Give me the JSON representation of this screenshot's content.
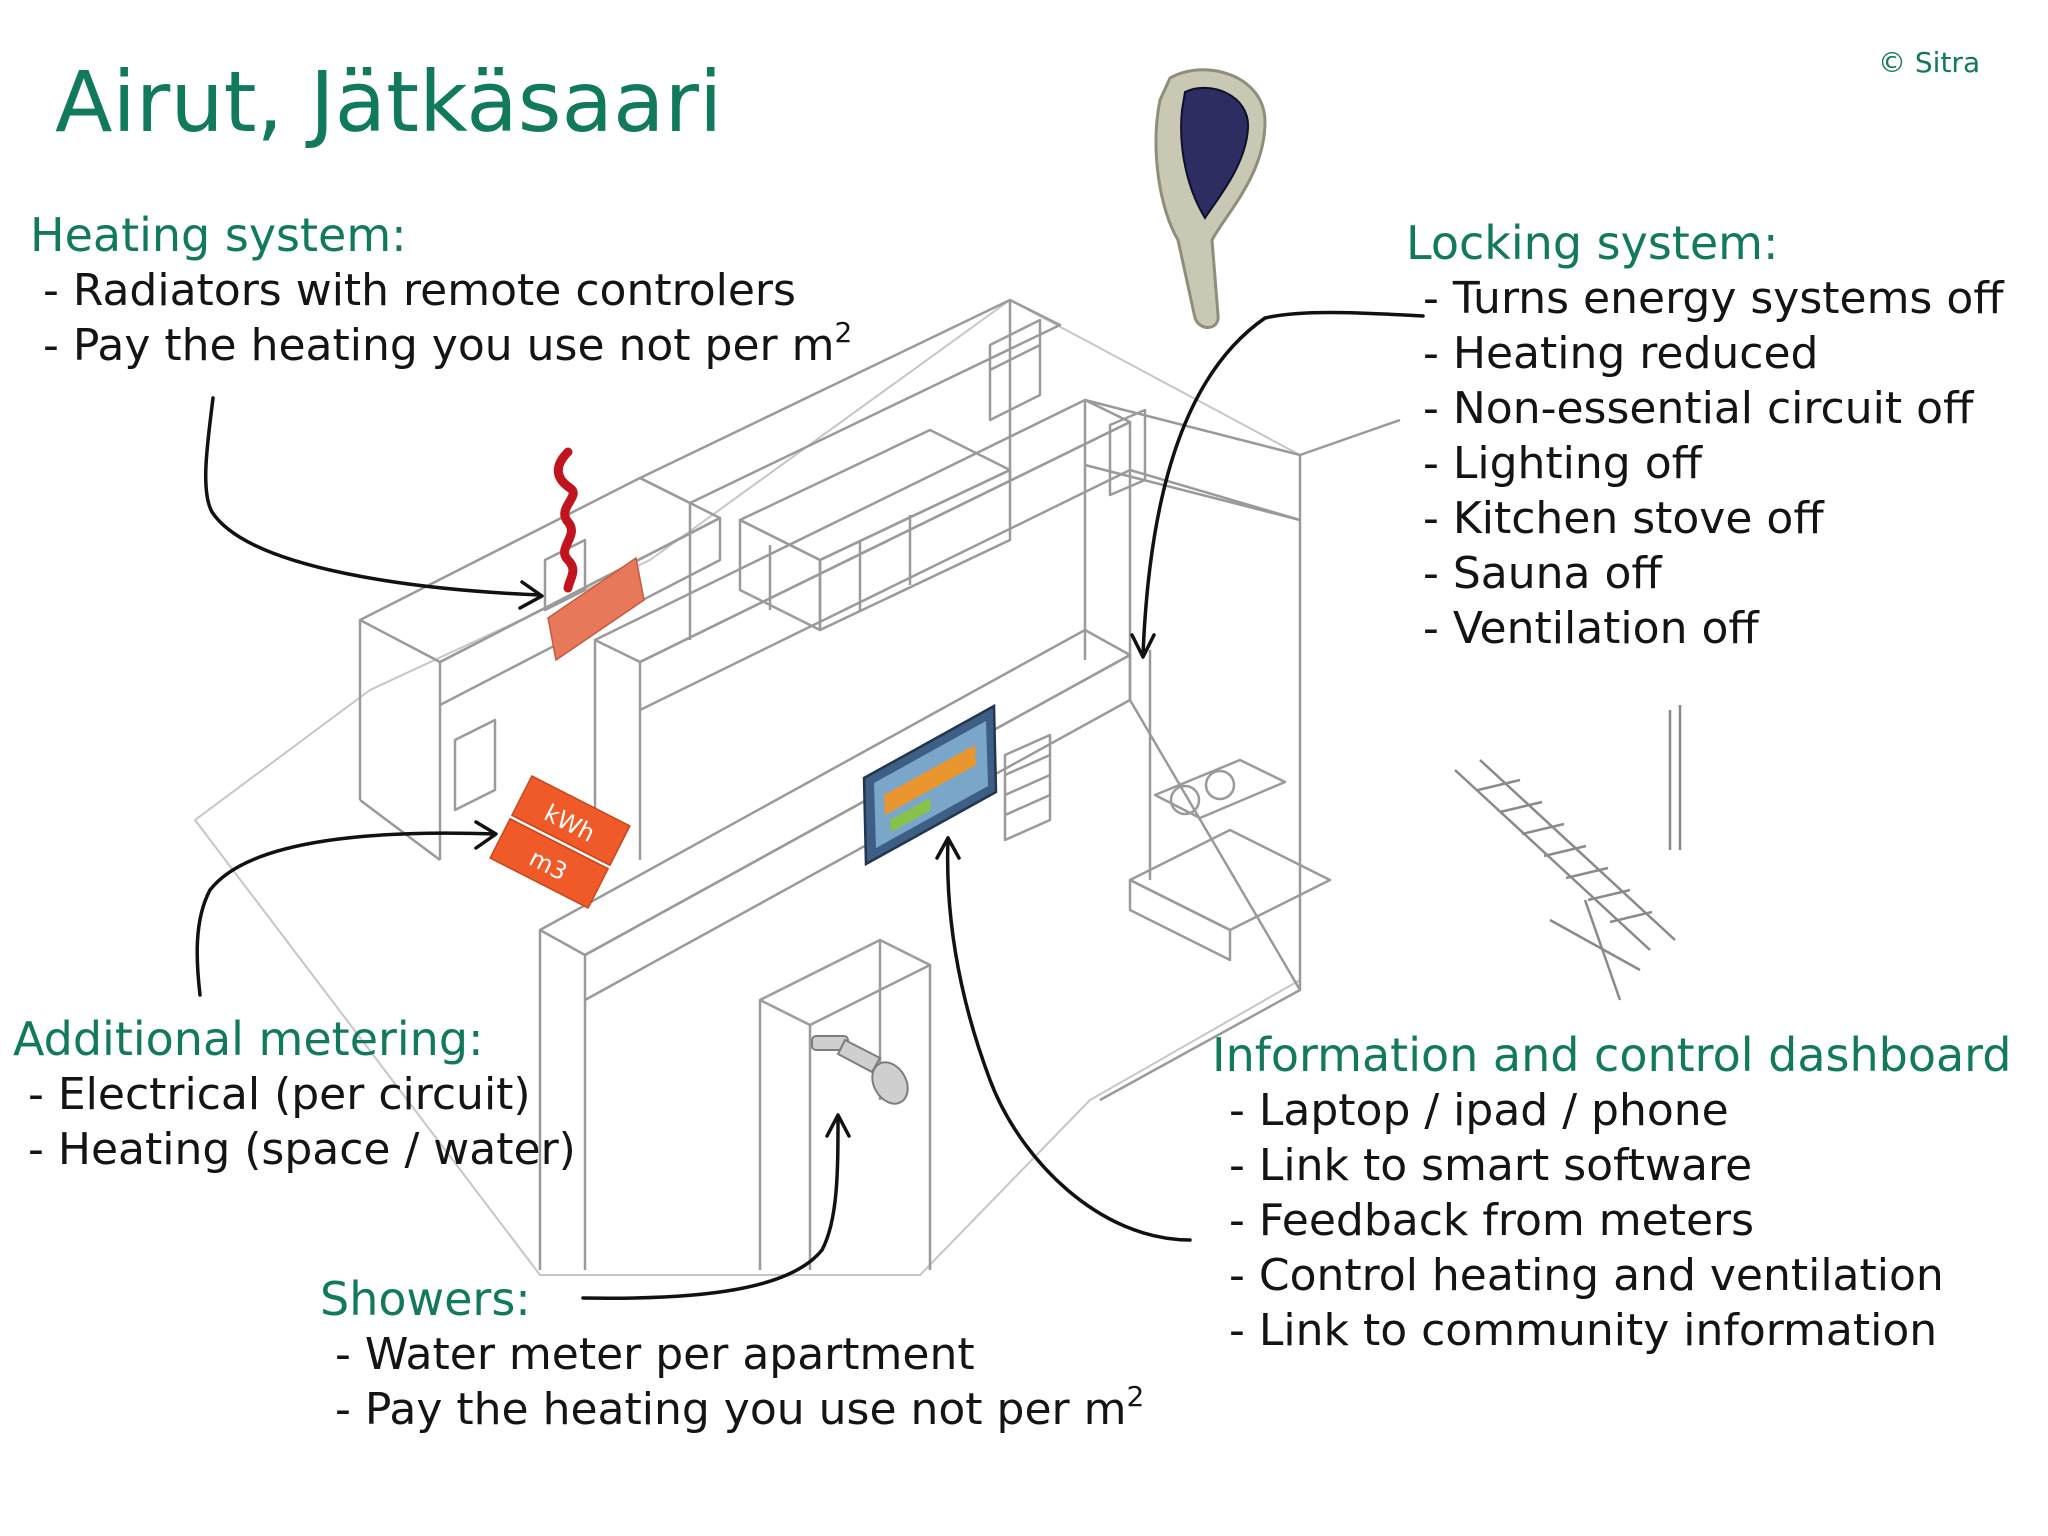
{
  "header": {
    "title": "Airut, Jätkäsaari",
    "copyright": "© Sitra"
  },
  "colors": {
    "heading": "#127a5c",
    "text": "#141414",
    "radiator": "#e8785a",
    "heat_wave": "#c0141e",
    "meter_tag": "#f05a28",
    "arrow": "#111111",
    "drawing_lines": "#9a9a9a"
  },
  "sections": {
    "heating": {
      "heading": "Heating system:",
      "items": [
        "- Radiators with remote controlers",
        "- Pay the heating you use not per m"
      ],
      "sup": "2"
    },
    "locking": {
      "heading": "Locking system:",
      "items": [
        "- Turns energy systems off",
        "- Heating reduced",
        "- Non-essential circuit off",
        "- Lighting off",
        "- Kitchen stove off",
        "- Sauna off",
        "- Ventilation off"
      ]
    },
    "metering": {
      "heading": "Additional metering:",
      "items": [
        "- Electrical (per circuit)",
        "- Heating (space / water)"
      ]
    },
    "dashboard": {
      "heading": "Information and control dashboard",
      "items": [
        "- Laptop / ipad / phone",
        "- Link to smart software",
        "- Feedback from meters",
        "- Control heating and ventilation",
        "- Link to community information"
      ]
    },
    "showers": {
      "heading": "Showers:",
      "items": [
        "- Water meter per apartment",
        "- Pay the heating you use not per m"
      ],
      "sup": "2"
    }
  },
  "meter_tag": {
    "line1": "kWh",
    "line2": "m3"
  },
  "icons": {
    "key": "key-fob-icon",
    "radiator": "radiator-icon",
    "heat": "heat-wave-icon",
    "meter": "meter-tag-icon",
    "dashboard": "dashboard-screen-icon",
    "shower": "shower-head-icon"
  }
}
